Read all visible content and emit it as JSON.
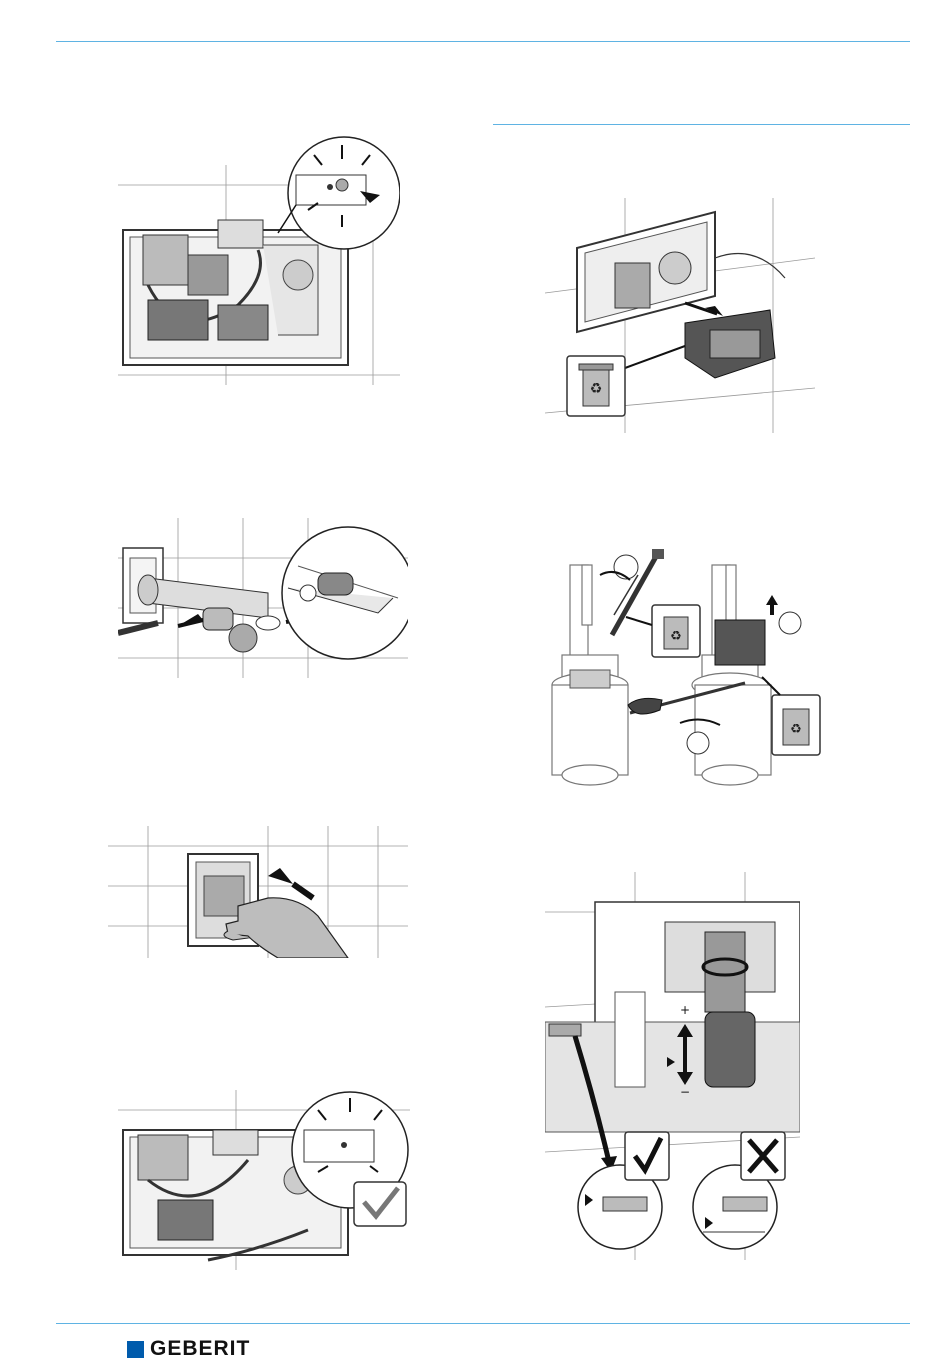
{
  "brand": {
    "name": "GEBERIT",
    "color": "#005bac"
  },
  "accent_color": "#5fb3e3",
  "figures": {
    "left": [
      {
        "id": "fig-led-blinking",
        "icon": "control-unit-led-blinking"
      },
      {
        "id": "fig-sensor-button",
        "icon": "sensor-pipe-press-button"
      },
      {
        "id": "fig-press-plate",
        "icon": "hand-pressing-flush-plate"
      },
      {
        "id": "fig-led-check",
        "icon": "control-unit-led-check"
      }
    ],
    "right": [
      {
        "id": "fig-remove-module",
        "icon": "remove-module-recycle"
      },
      {
        "id": "fig-valve-parts",
        "icon": "fill-valve-remove-parts"
      },
      {
        "id": "fig-float-adjust",
        "icon": "float-adjustment-check"
      }
    ]
  }
}
